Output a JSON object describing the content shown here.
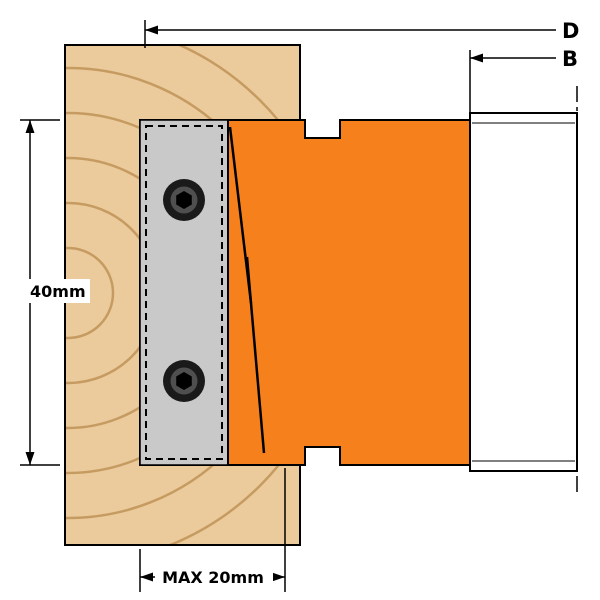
{
  "diagram": {
    "labels": {
      "dim_d": "D",
      "dim_b": "B",
      "height": "40mm",
      "max_width": "MAX 20mm"
    },
    "colors": {
      "background": "#FFFFFF",
      "wood": "#EBCB9C",
      "wood_grain": "#C69B61",
      "holder": "#C9C9C9",
      "body": "#F6801C",
      "bushing": "#FFFFFF",
      "screw_outer": "#1A1A1A",
      "screw_ring": "#4F4F4F",
      "screw_hex": "#000000",
      "outline": "#000000"
    }
  }
}
